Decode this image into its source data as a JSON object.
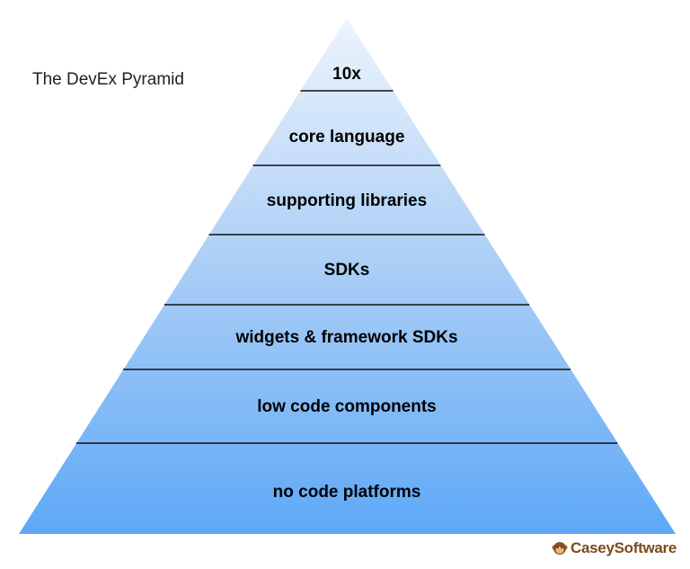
{
  "title": "The DevEx Pyramid",
  "tiers": [
    {
      "label": "10x"
    },
    {
      "label": "core language"
    },
    {
      "label": "supporting libraries"
    },
    {
      "label": "SDKs"
    },
    {
      "label": "widgets & framework SDKs"
    },
    {
      "label": "low code components"
    },
    {
      "label": "no code platforms"
    }
  ],
  "brand": {
    "part1": "Casey",
    "part2": "Software",
    "logo_icon": "monkey-face-icon"
  },
  "colors": {
    "top": "#e6f0fb",
    "bottom": "#5fa9f6",
    "divider": "#111111"
  }
}
